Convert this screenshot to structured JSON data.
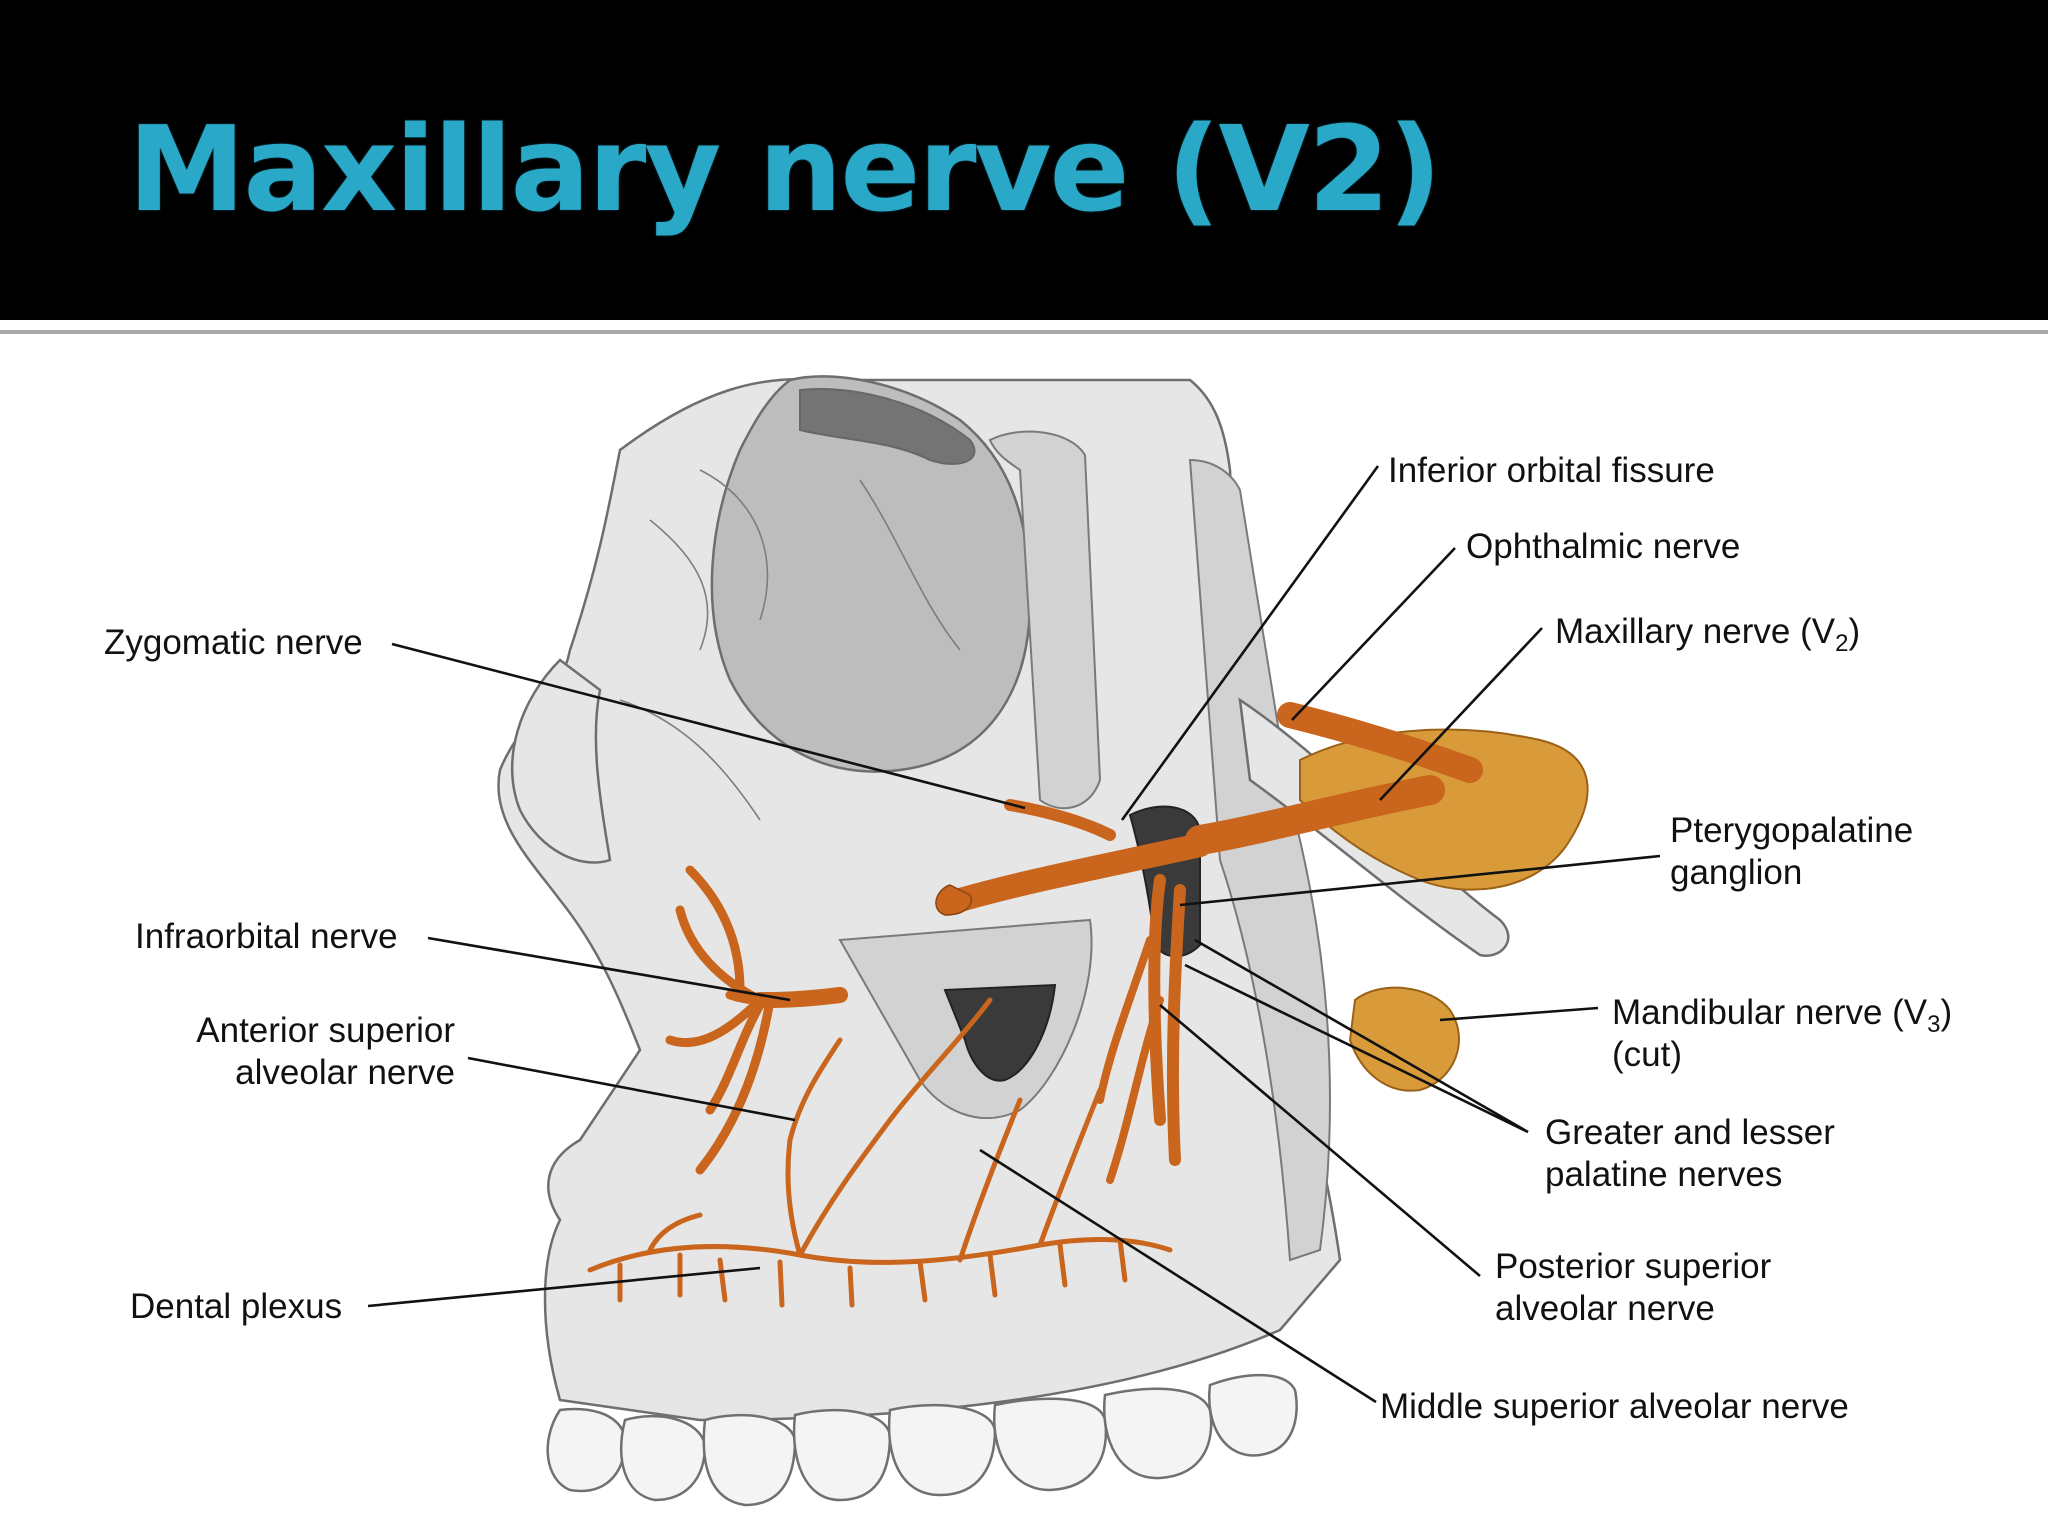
{
  "slide": {
    "title": "Maxillary nerve (V2)"
  },
  "labels": {
    "inferior_orbital_fissure": "Inferior orbital fissure",
    "ophthalmic_nerve": "Ophthalmic nerve",
    "maxillary_nerve": "Maxillary nerve (V",
    "maxillary_nerve_sub": "2",
    "maxillary_nerve_close": ")",
    "zygomatic_nerve": "Zygomatic nerve",
    "pterygopalatine_1": "Pterygopalatine",
    "pterygopalatine_2": "ganglion",
    "infraorbital_nerve": "Infraorbital nerve",
    "anterior_superior_1": "Anterior superior",
    "anterior_superior_2": "alveolar nerve",
    "mandibular_nerve": "Mandibular nerve (V",
    "mandibular_nerve_sub": "3",
    "mandibular_nerve_close": ")",
    "mandibular_cut": "(cut)",
    "greater_lesser_1": "Greater and lesser",
    "greater_lesser_2": "palatine nerves",
    "dental_plexus": "Dental plexus",
    "posterior_superior_1": "Posterior superior",
    "posterior_superior_2": "alveolar nerve",
    "middle_superior": "Middle superior alveolar nerve"
  },
  "colors": {
    "title": "#2aa8c8",
    "header_bg": "#000000",
    "nerve": "#c9651d",
    "ganglion": "#d99b3a"
  }
}
